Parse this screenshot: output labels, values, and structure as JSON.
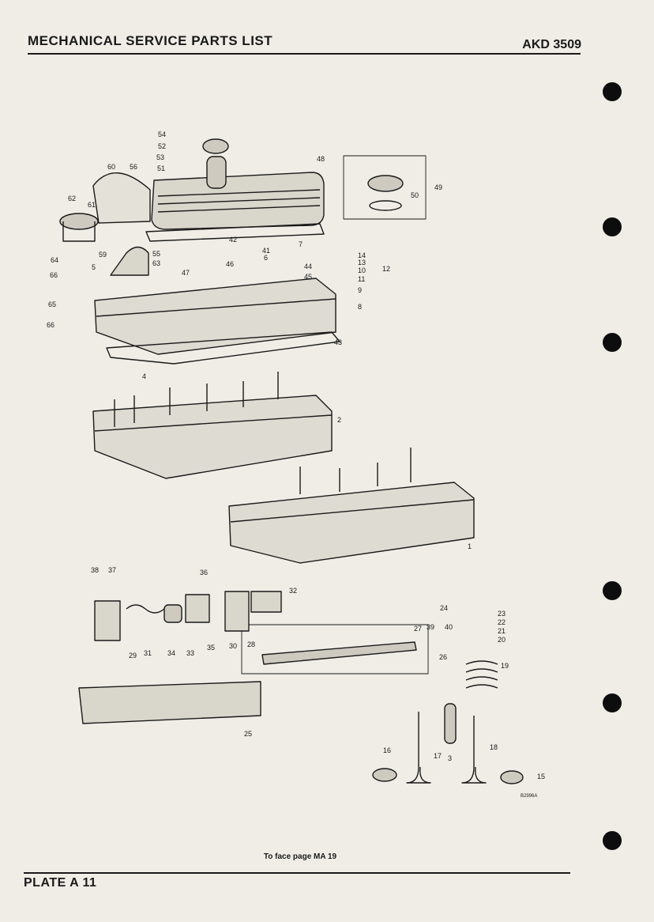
{
  "header": {
    "title": "MECHANICAL SERVICE PARTS LIST",
    "code": "AKD 3509"
  },
  "footer": {
    "caption": "To face page MA 19",
    "plate": "PLATE A 11"
  },
  "drawing": {
    "ref": "B2996A",
    "part_numbers": [
      "1",
      "2",
      "3",
      "4",
      "5",
      "6",
      "7",
      "8",
      "9",
      "10",
      "11",
      "12",
      "13",
      "14",
      "15",
      "16",
      "17",
      "18",
      "19",
      "20",
      "21",
      "22",
      "23",
      "24",
      "25",
      "26",
      "27",
      "28",
      "29",
      "30",
      "31",
      "32",
      "33",
      "34",
      "35",
      "36",
      "37",
      "38",
      "39",
      "40",
      "41",
      "42",
      "43",
      "44",
      "45",
      "46",
      "47",
      "48",
      "49",
      "50",
      "51",
      "52",
      "53",
      "54",
      "55",
      "56",
      "59",
      "60",
      "61",
      "62",
      "63",
      "64",
      "65",
      "66",
      "66"
    ]
  }
}
